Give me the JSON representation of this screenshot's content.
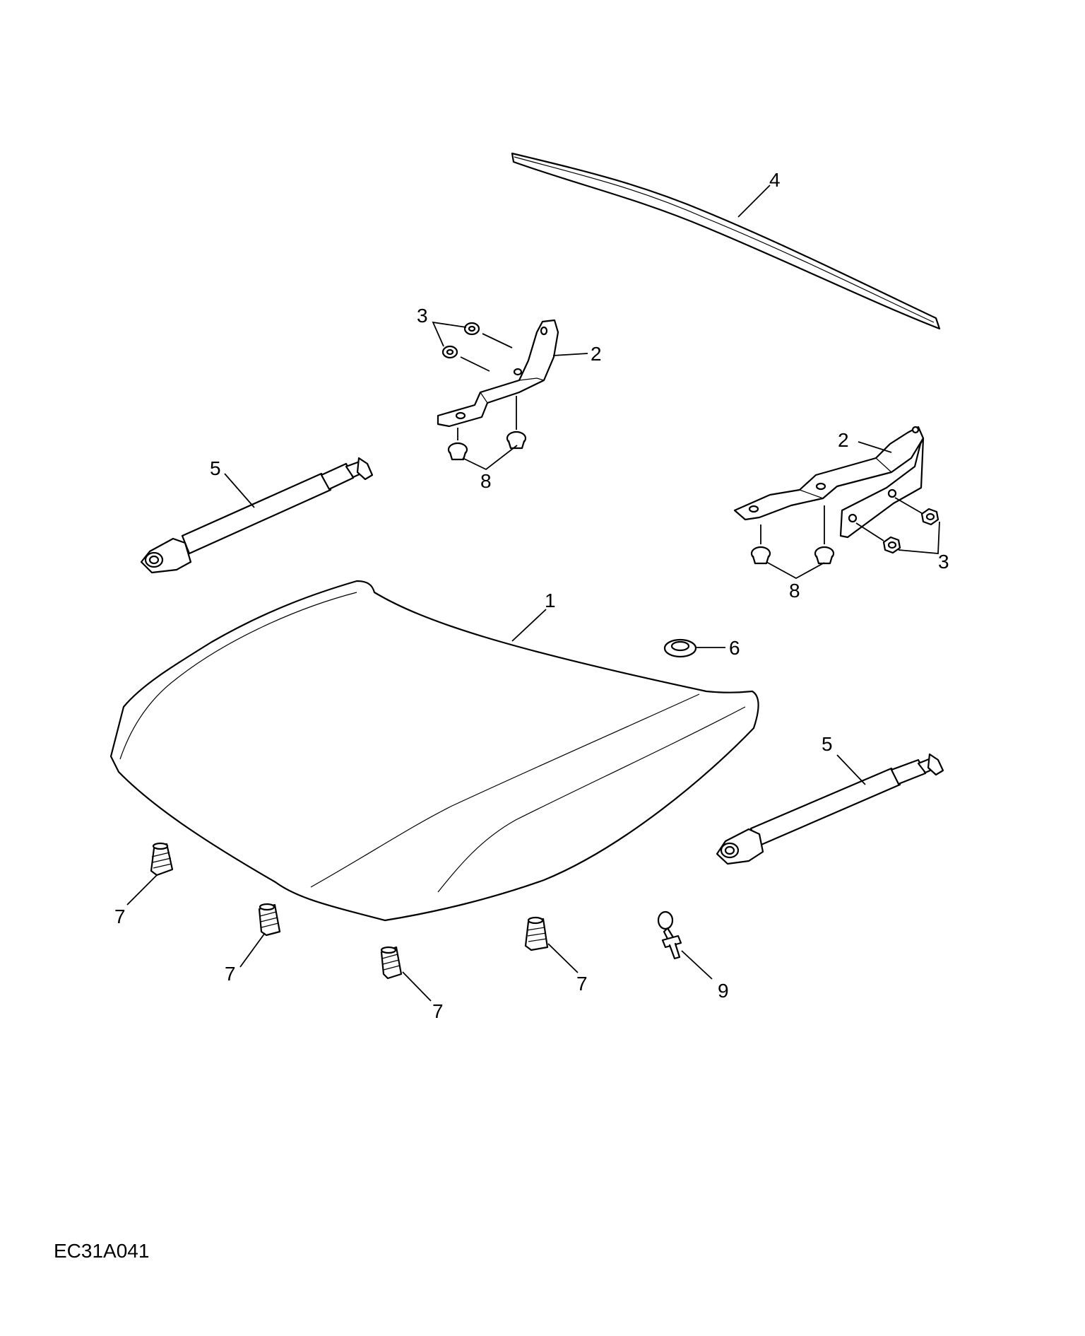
{
  "diagram": {
    "reference_code": "EC31A041",
    "callouts": {
      "hood": "1",
      "hinge_left": "2",
      "hinge_right": "2",
      "bolts_left": "3",
      "bolts_right": "3",
      "seal": "4",
      "strut_left": "5",
      "strut_right": "5",
      "grommet": "6",
      "bumper_1": "7",
      "bumper_2": "7",
      "bumper_3": "7",
      "bumper_4": "7",
      "nuts_left": "8",
      "nuts_right": "8",
      "striker": "9"
    }
  }
}
